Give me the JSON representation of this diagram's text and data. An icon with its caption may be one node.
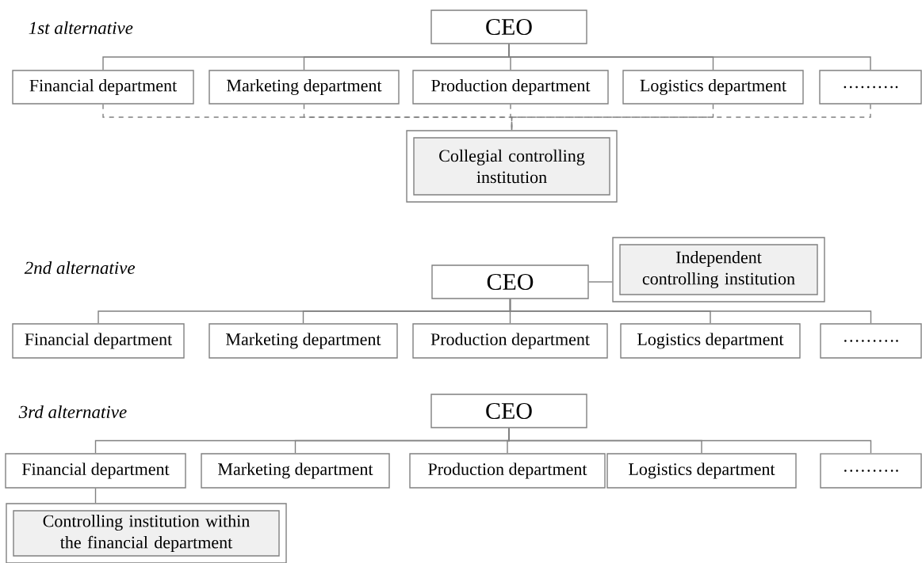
{
  "diagram": {
    "nodes": [
      {
        "text": [
          "CEO"
        ]
      },
      {
        "text": [
          "Financial department"
        ]
      },
      {
        "text": [
          "Marketing department"
        ]
      },
      {
        "text": [
          "Production department"
        ]
      },
      {
        "text": [
          "Logistics department"
        ]
      },
      {
        "text": [
          "………."
        ]
      },
      {
        "text": [
          "Collegial controlling institution"
        ]
      },
      {
        "text": [
          "CEO"
        ]
      },
      {
        "text": [
          "Independent controlling institution"
        ]
      },
      {
        "text": [
          "Financial department"
        ]
      },
      {
        "text": [
          "Marketing department"
        ]
      },
      {
        "text": [
          "Production department"
        ]
      },
      {
        "text": [
          "Logistics department"
        ]
      },
      {
        "text": [
          "………."
        ]
      },
      {
        "text": [
          "CEO"
        ]
      },
      {
        "text": [
          "Financial department"
        ]
      },
      {
        "text": [
          "Marketing department"
        ]
      },
      {
        "text": [
          "Production department"
        ]
      },
      {
        "text": [
          "Logistics department"
        ]
      },
      {
        "text": [
          "………."
        ]
      },
      {
        "text": [
          "Controlling institution within the financial department"
        ]
      }
    ],
    "edges": [
      {
        "from": 0,
        "to": 1,
        "arrow": "none"
      },
      {
        "from": 0,
        "to": 2,
        "arrow": "none"
      },
      {
        "from": 0,
        "to": 3,
        "arrow": "none"
      },
      {
        "from": 0,
        "to": 4,
        "arrow": "none"
      },
      {
        "from": 0,
        "to": 5,
        "arrow": "none"
      },
      {
        "from": 1,
        "to": 6,
        "arrow": "none",
        "style": "dashed"
      },
      {
        "from": 2,
        "to": 6,
        "arrow": "none",
        "style": "dashed"
      },
      {
        "from": 3,
        "to": 6,
        "arrow": "none",
        "style": "dashed"
      },
      {
        "from": 4,
        "to": 6,
        "arrow": "none",
        "style": "dashed"
      },
      {
        "from": 5,
        "to": 6,
        "arrow": "none",
        "style": "dashed"
      },
      {
        "from": 7,
        "to": 8,
        "arrow": "none"
      },
      {
        "from": 7,
        "to": 9,
        "arrow": "none"
      },
      {
        "from": 7,
        "to": 10,
        "arrow": "none"
      },
      {
        "from": 7,
        "to": 11,
        "arrow": "none"
      },
      {
        "from": 7,
        "to": 12,
        "arrow": "none"
      },
      {
        "from": 7,
        "to": 13,
        "arrow": "none"
      },
      {
        "from": 14,
        "to": 15,
        "arrow": "none"
      },
      {
        "from": 14,
        "to": 16,
        "arrow": "none"
      },
      {
        "from": 14,
        "to": 17,
        "arrow": "none"
      },
      {
        "from": 14,
        "to": 18,
        "arrow": "none"
      },
      {
        "from": 14,
        "to": 19,
        "arrow": "none"
      },
      {
        "from": 15,
        "to": 20,
        "arrow": "none"
      }
    ],
    "labels": [
      "1st alternative",
      "2nd alternative",
      "3rd alternative"
    ]
  }
}
